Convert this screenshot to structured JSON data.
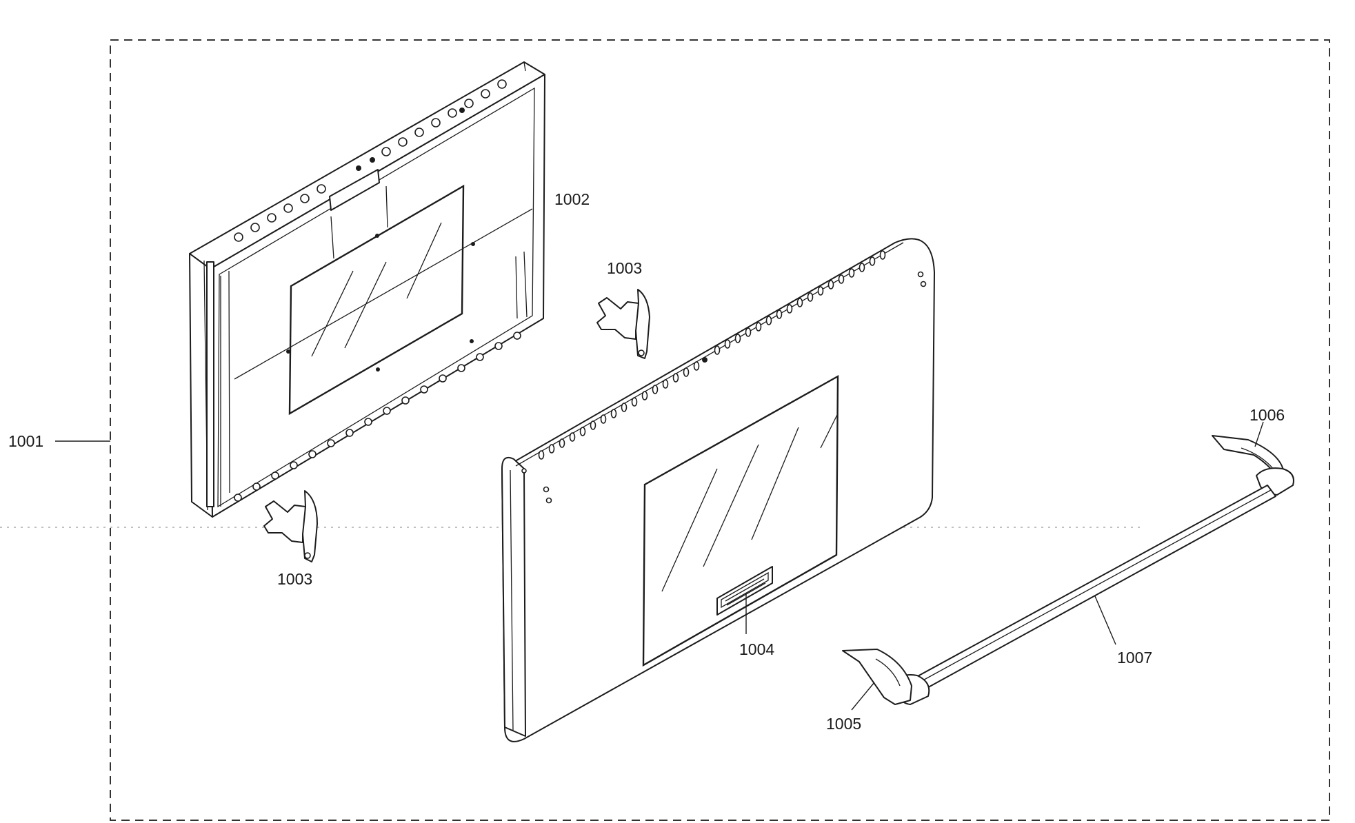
{
  "callouts": {
    "assembly": "1001",
    "inner_door": "1002",
    "hinge_upper": "1003",
    "hinge_lower": "1003",
    "badge": "1004",
    "handle_bracket_left": "1005",
    "handle_bracket_right": "1006",
    "handle_bar": "1007"
  }
}
